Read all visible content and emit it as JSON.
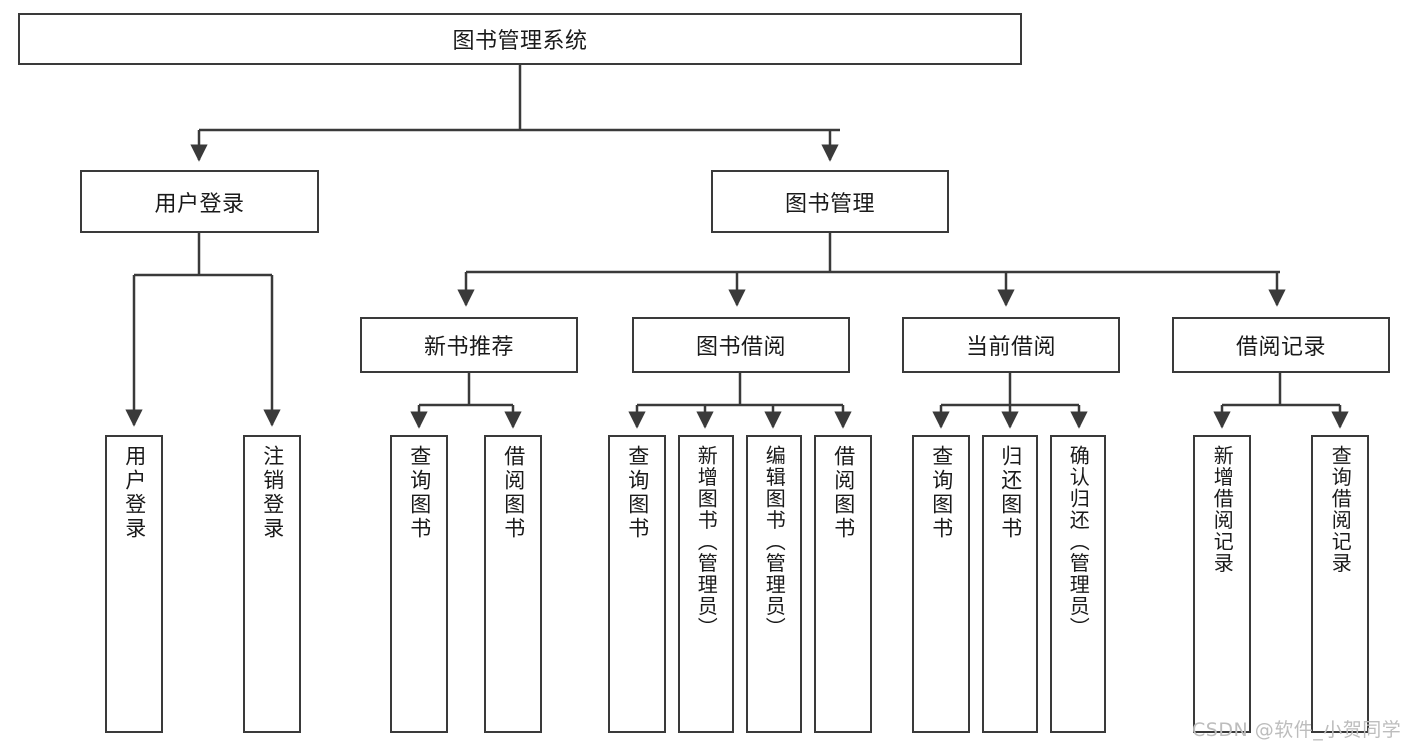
{
  "diagram": {
    "title_node": {
      "label": "图书管理系统"
    },
    "level2": [
      {
        "label": "用户登录"
      },
      {
        "label": "图书管理"
      }
    ],
    "level3": [
      {
        "label": "新书推荐"
      },
      {
        "label": "图书借阅"
      },
      {
        "label": "当前借阅"
      },
      {
        "label": "借阅记录"
      }
    ],
    "leaves": {
      "user_login": [
        {
          "label": "用户登录"
        },
        {
          "label": "注销登录"
        }
      ],
      "new_book_recommend": [
        {
          "label": "查询图书"
        },
        {
          "label": "借阅图书"
        }
      ],
      "book_borrow": [
        {
          "label": "查询图书"
        },
        {
          "label": "新增图书（管理员）"
        },
        {
          "label": "编辑图书（管理员）"
        },
        {
          "label": "借阅图书"
        }
      ],
      "current_borrow": [
        {
          "label": "查询图书"
        },
        {
          "label": "归还图书"
        },
        {
          "label": "确认归还（管理员）"
        }
      ],
      "borrow_record": [
        {
          "label": "新增借阅记录"
        },
        {
          "label": "查询借阅记录"
        }
      ]
    }
  },
  "watermark": {
    "text": "CSDN @软件_小贺同学"
  },
  "colors": {
    "border": "#3a3a3a",
    "text": "#1a1a1a",
    "background": "#ffffff",
    "watermark": "#bdbdbd"
  }
}
